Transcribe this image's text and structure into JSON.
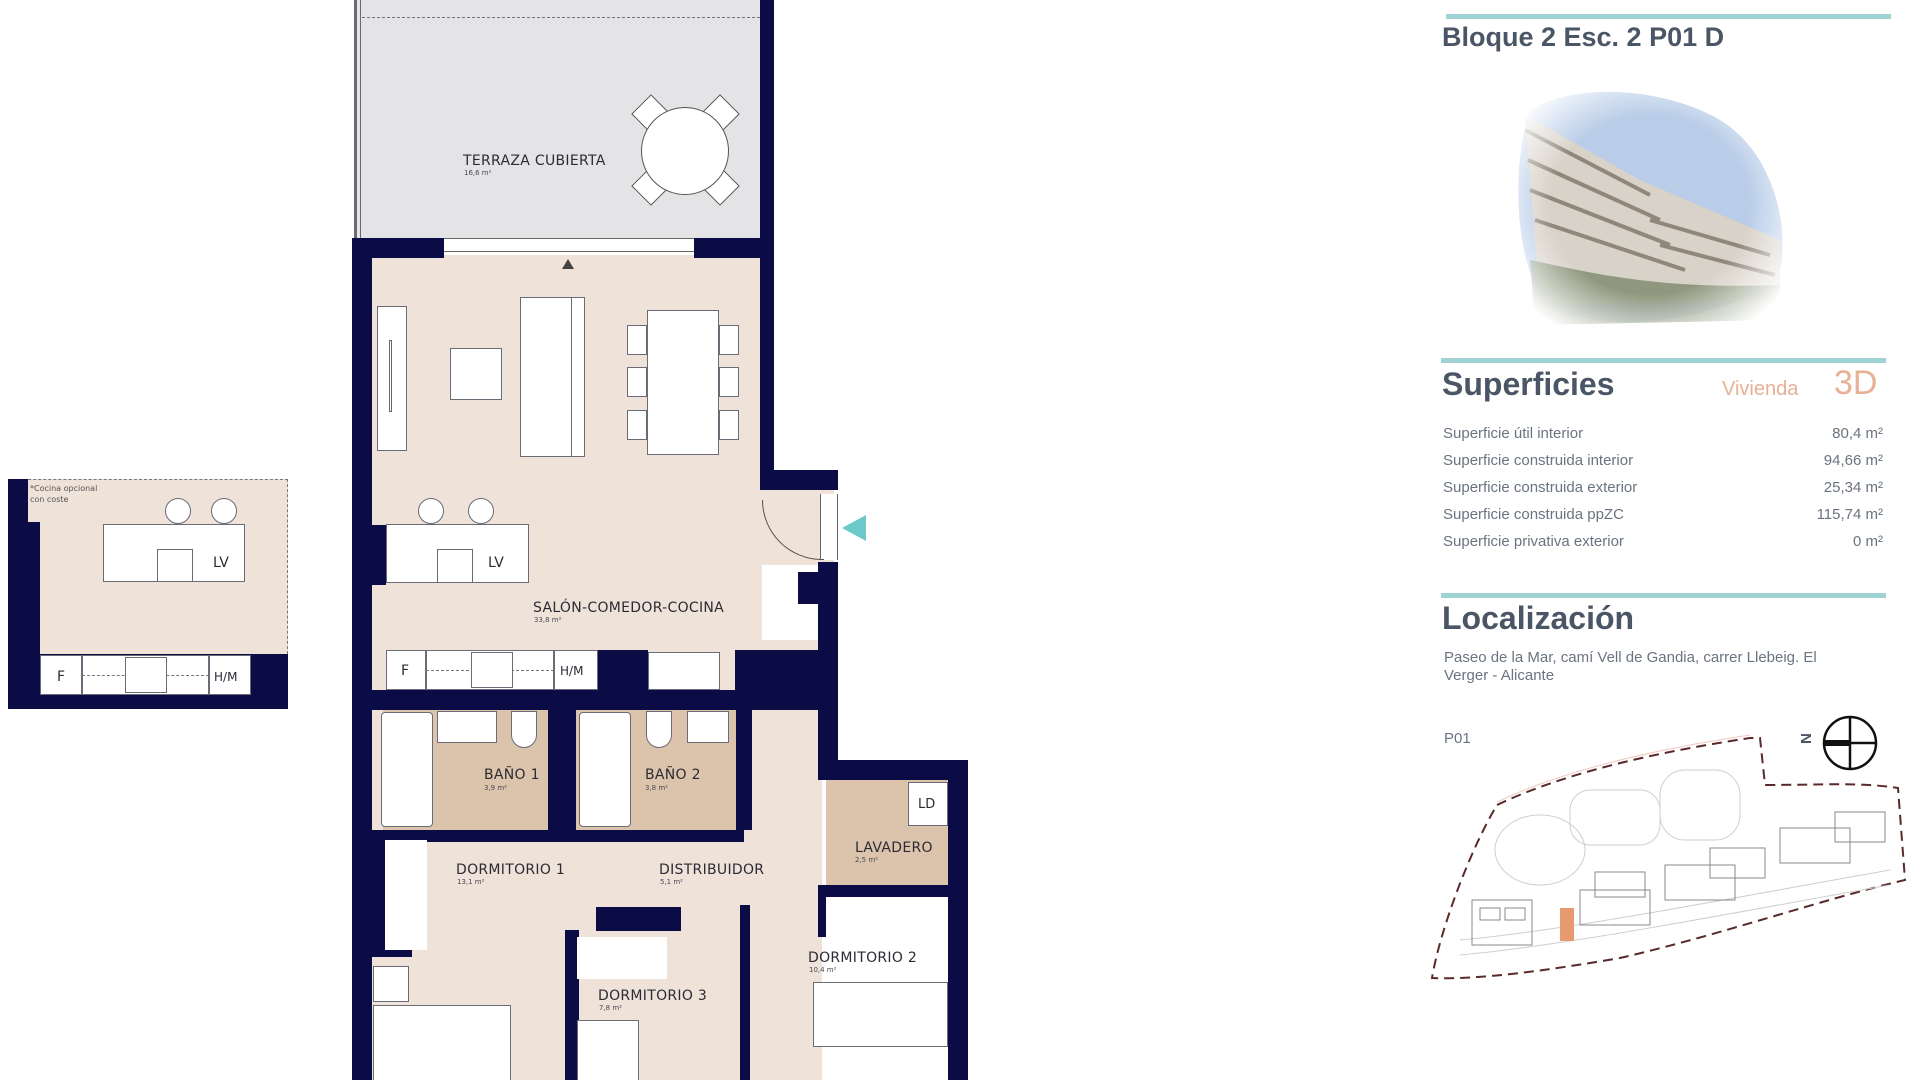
{
  "unit": {
    "title": "Bloque 2 Esc. 2 P01 D"
  },
  "rendering": {
    "alt": "Exterior rendering of residential building with terraces"
  },
  "surfaces": {
    "heading": "Superficies",
    "type_label": "Vivienda",
    "type_value": "3D",
    "rows": [
      {
        "label": "Superficie útil interior",
        "value": "80,4 m²"
      },
      {
        "label": "Superficie construida interior",
        "value": "94,66 m²"
      },
      {
        "label": "Superficie construida exterior",
        "value": "25,34 m²"
      },
      {
        "label": "Superficie construida ppZC",
        "value": "115,74 m²"
      },
      {
        "label": "Superficie privativa exterior",
        "value": "0 m²"
      }
    ]
  },
  "location": {
    "heading": "Localización",
    "address_line1": "Paseo de la Mar, camí Vell de Gandia, carrer Llebeig. El",
    "address_line2": "Verger - Alicante",
    "floor_label": "P01",
    "compass_label": "N"
  },
  "floorplan": {
    "rooms": [
      {
        "name": "TERRAZA CUBIERTA",
        "area": "16,6 m²"
      },
      {
        "name": "SALÓN-COMEDOR-COCINA",
        "area": "33,8 m²"
      },
      {
        "name": "BAÑO 1",
        "area": "3,9 m²"
      },
      {
        "name": "BAÑO 2",
        "area": "3,8 m²"
      },
      {
        "name": "DORMITORIO 1",
        "area": "13,1 m²"
      },
      {
        "name": "DISTRIBUIDOR",
        "area": "5,1 m²"
      },
      {
        "name": "LAVADERO",
        "area": "2,5 m²"
      },
      {
        "name": "DORMITORIO 2",
        "area": "10,4 m²"
      },
      {
        "name": "DORMITORIO 3",
        "area": "7,8 m²"
      }
    ],
    "fixtures": {
      "sink": "LV",
      "fridge": "F",
      "oven": "H/M",
      "washer": "LD"
    },
    "optional_kitchen": {
      "note_line1": "*Cocina opcional",
      "note_line2": "con coste",
      "sink": "LV",
      "fridge": "F",
      "oven": "H/M"
    }
  },
  "colors": {
    "wall": "#0b0b45",
    "floor": "#efe2d8",
    "wet_area": "#dcc3ab",
    "terrace": "#e4e4e6",
    "accent_rule": "#9fd3d3",
    "entry_arrow": "#6ccaca",
    "dwelling_type": "#e8b094",
    "highlight_block": "#e79a70"
  }
}
